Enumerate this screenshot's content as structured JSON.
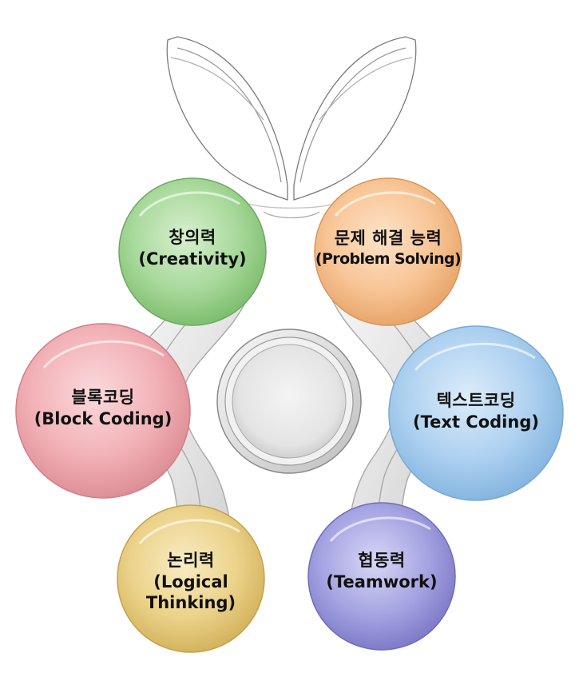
{
  "bubbles": {
    "creativity": {
      "ko": "창의력",
      "en": "(Creativity)",
      "color": "#a6d99a"
    },
    "problem_solving": {
      "ko": "문제 해결 능력",
      "en": "(Problem Solving)",
      "color": "#f7c89b"
    },
    "block_coding": {
      "ko": "블록코딩",
      "en": "(Block Coding)",
      "color": "#f2b3b8"
    },
    "text_coding": {
      "ko": "텍스트코딩",
      "en": "(Text Coding)",
      "color": "#a9cfef"
    },
    "logical_thinking": {
      "ko": "논리력",
      "en_line1": "(Logical",
      "en_line2": "Thinking)",
      "color": "#ecd48a"
    },
    "teamwork": {
      "ko": "협동력",
      "en": "(Teamwork)",
      "color": "#a4a2e0"
    }
  }
}
